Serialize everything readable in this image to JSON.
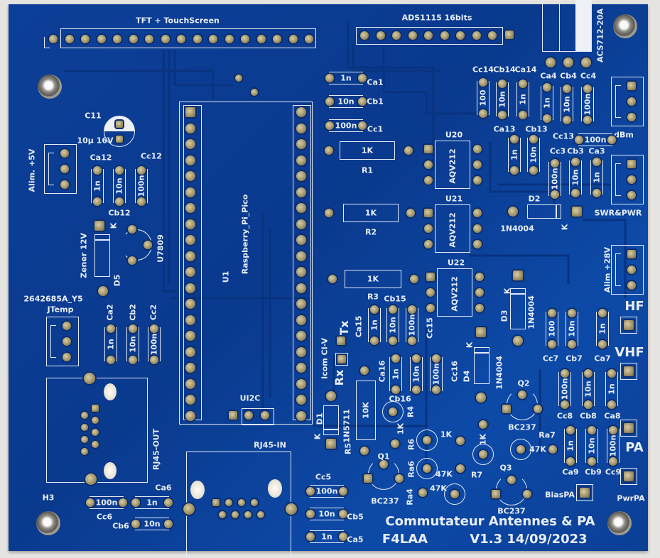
{
  "footer": {
    "title": "Commutateur Antennes & PA",
    "author": "F4LAA",
    "version": "V1.3 14/09/2023"
  },
  "labels": {
    "tft": "TFT + TouchScreen",
    "ads": "ADS1115 16bits",
    "acs": "ACS712-20A",
    "dbm": "dBm",
    "swr": "SWR&PWR",
    "alim28": "Alim +28V",
    "alim5": "Alim. +5V",
    "temp_part": "2642685A_Y5",
    "temp": "JTemp",
    "rj45_out": "RJ45-OUT",
    "rj45_in": "RJ45-IN",
    "icom": "Icom CI-V",
    "rx": "Rx",
    "tx": "Tx",
    "hf": "HF",
    "vhf": "VHF",
    "pa": "PA",
    "pwrpa": "PwrPA",
    "biaspa": "BiasPA",
    "h3": "H3",
    "ui2c": "UI2C",
    "k": "K"
  },
  "u1": {
    "ref": "U1",
    "value": "Raspberry_Pi_Pico"
  },
  "c11": {
    "ref": "C11",
    "value": "10µ 16V"
  },
  "relays": [
    {
      "ref": "U20",
      "value": "AQV212"
    },
    {
      "ref": "U21",
      "value": "AQV212"
    },
    {
      "ref": "U22",
      "value": "AQV212"
    }
  ],
  "resistors": [
    {
      "ref": "R1",
      "value": "1K"
    },
    {
      "ref": "R2",
      "value": "1K"
    },
    {
      "ref": "R3",
      "value": "1K"
    },
    {
      "ref": "R5",
      "value": "10K"
    },
    {
      "ref": "R4",
      "value": "1K"
    },
    {
      "ref": "R6",
      "value": "1K"
    },
    {
      "ref": "Ra6",
      "value": "47K"
    },
    {
      "ref": "Ra4",
      "value": "47K"
    },
    {
      "ref": "R7",
      "value": "1K"
    },
    {
      "ref": "Ra7",
      "value": "47K"
    }
  ],
  "diodes": [
    {
      "ref": "D2",
      "value": "1N4004"
    },
    {
      "ref": "D3",
      "value": "1N4004"
    },
    {
      "ref": "D4",
      "value": "1N4004"
    },
    {
      "ref": "D1",
      "value": "1N5711"
    },
    {
      "ref": "D5",
      "value": "Zener 12V"
    }
  ],
  "transistors": [
    {
      "ref": "Q1",
      "value": "BC237"
    },
    {
      "ref": "Q2",
      "value": "BC237"
    },
    {
      "ref": "Q3",
      "value": "BC237"
    },
    {
      "ref": "",
      "value": "U7809"
    }
  ],
  "capacitors": [
    {
      "ref": "Ca1",
      "value": "1n"
    },
    {
      "ref": "Cb1",
      "value": "10n"
    },
    {
      "ref": "Cc1",
      "value": "100n"
    },
    {
      "ref": "Cc14",
      "value": "100"
    },
    {
      "ref": "Cb14",
      "value": "10n"
    },
    {
      "ref": "Ca14",
      "value": "1n"
    },
    {
      "ref": "Ca4",
      "value": "1n"
    },
    {
      "ref": "Cb4",
      "value": "10n"
    },
    {
      "ref": "Cc4",
      "value": "100n"
    },
    {
      "ref": "Ca13",
      "value": "1n"
    },
    {
      "ref": "Cb13",
      "value": "10n"
    },
    {
      "ref": "Cc13",
      "value": "100n"
    },
    {
      "ref": "Cc3",
      "value": "100n"
    },
    {
      "ref": "Cb3",
      "value": "10n"
    },
    {
      "ref": "Ca3",
      "value": "1n"
    },
    {
      "ref": "Ca12",
      "value": "1n"
    },
    {
      "ref": "Cb12",
      "value": "10n"
    },
    {
      "ref": "Cc12",
      "value": "100n"
    },
    {
      "ref": "Ca2",
      "value": "1n"
    },
    {
      "ref": "Cb2",
      "value": "10n"
    },
    {
      "ref": "Cc2",
      "value": "100n"
    },
    {
      "ref": "Ca15",
      "value": "1n"
    },
    {
      "ref": "Cb15",
      "value": "10n"
    },
    {
      "ref": "Cc15",
      "value": "100n"
    },
    {
      "ref": "Ca16",
      "value": "1n"
    },
    {
      "ref": "Cb16",
      "value": "10n"
    },
    {
      "ref": "Cc16",
      "value": "100n"
    },
    {
      "ref": "Cc7",
      "value": "100"
    },
    {
      "ref": "Cb7",
      "value": "10n"
    },
    {
      "ref": "Ca7",
      "value": "1n"
    },
    {
      "ref": "Cc8",
      "value": "100n"
    },
    {
      "ref": "Cb8",
      "value": "10n"
    },
    {
      "ref": "Ca8",
      "value": "1n"
    },
    {
      "ref": "Ca9",
      "value": "1n"
    },
    {
      "ref": "Cb9",
      "value": "10n"
    },
    {
      "ref": "Cc9",
      "value": "100n"
    },
    {
      "ref": "Cc5",
      "value": "100n"
    },
    {
      "ref": "Cb5",
      "value": "10n"
    },
    {
      "ref": "Ca5",
      "value": "1n"
    },
    {
      "ref": "Cc6",
      "value": "100n"
    },
    {
      "ref": "Ca6",
      "value": "1n"
    },
    {
      "ref": "Cb6",
      "value": "10n"
    }
  ]
}
